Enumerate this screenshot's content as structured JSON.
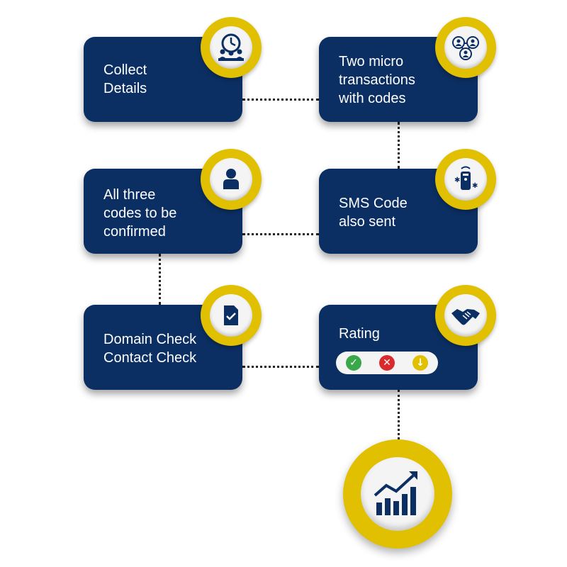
{
  "steps": {
    "collect": {
      "label": "Collect\nDetails",
      "icon": "meeting-clock-icon"
    },
    "micro": {
      "label": "Two micro\ntransactions\nwith codes",
      "icon": "people-network-icon"
    },
    "sms": {
      "label": "SMS Code\nalso sent",
      "icon": "phone-remote-icon"
    },
    "confirm": {
      "label": "All three\ncodes to be\nconfirmed",
      "icon": "person-icon"
    },
    "domain": {
      "label": "Domain Check\nContact Check",
      "icon": "document-check-icon"
    },
    "rating": {
      "label": "Rating",
      "icon": "handshake-icon",
      "indicators": [
        "check-icon",
        "cross-icon",
        "down-arrow-icon"
      ]
    }
  },
  "final": {
    "icon": "growth-chart-icon"
  },
  "colors": {
    "box": "#0b2e63",
    "badge": "#e0c000",
    "green": "#3aa84a",
    "red": "#d92b2b",
    "yellow": "#e0c000"
  }
}
